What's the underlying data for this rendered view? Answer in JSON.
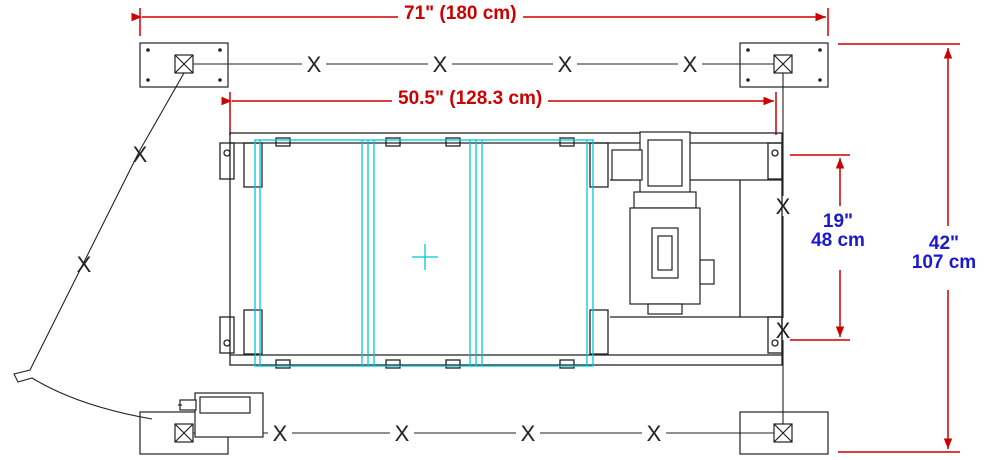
{
  "dimensions": {
    "overall_width": "71\" (180 cm)",
    "conveyor_length": "50.5\" (128.3 cm)",
    "frame_width": {
      "inches": "19\"",
      "cm": "48 cm"
    },
    "overall_depth": {
      "inches": "42\"",
      "cm": "107 cm"
    }
  },
  "colors": {
    "dimension_red": "#cc0000",
    "dimension_text_blue": "#1a1acc",
    "belt_cyan": "#00c8d8",
    "linework": "#222222"
  },
  "path_marker": "X"
}
